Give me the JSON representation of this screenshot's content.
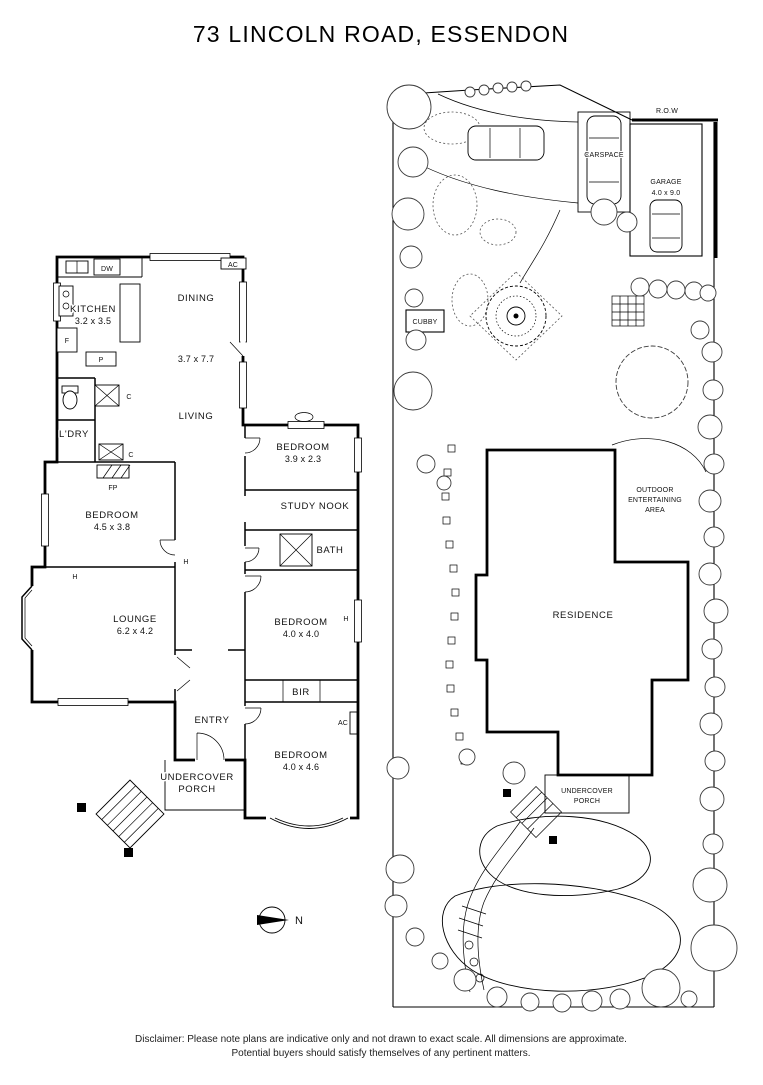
{
  "title": "73 LINCOLN ROAD, ESSENDON",
  "floorplan": {
    "kitchen_name": "KITCHEN",
    "kitchen_dims": "3.2 x 3.5",
    "dining_name": "DINING",
    "dining_living_dims": "3.7 x 7.7",
    "living_name": "LIVING",
    "laundry_name": "L'DRY",
    "bedroom1_name": "BEDROOM",
    "bedroom1_dims": "4.5 x 3.8",
    "bedroom2_name": "BEDROOM",
    "bedroom2_dims": "3.9 x 2.3",
    "study_nook_name": "STUDY NOOK",
    "bath_name": "BATH",
    "lounge_name": "LOUNGE",
    "lounge_dims": "6.2 x 4.2",
    "bedroom3_name": "BEDROOM",
    "bedroom3_dims": "4.0 x 4.0",
    "bir_name": "BIR",
    "entry_name": "ENTRY",
    "bedroom4_name": "BEDROOM",
    "bedroom4_dims": "4.0 x 4.6",
    "porch_line1": "UNDERCOVER",
    "porch_line2": "PORCH",
    "label_dw": "DW",
    "label_ac_top": "AC",
    "label_f": "F",
    "label_p": "P",
    "label_c_wc": "C",
    "label_c_hall": "C",
    "label_fp": "FP",
    "label_h1": "H",
    "label_h2": "H",
    "label_h3": "H",
    "label_ac_bed4": "AC"
  },
  "siteplan": {
    "row_label": "R.O.W",
    "carspace_label": "CARSPACE",
    "garage_name": "GARAGE",
    "garage_dims": "4.0 x 9.0",
    "cubby_label": "CUBBY",
    "outdoor_line1": "OUTDOOR",
    "outdoor_line2": "ENTERTAINING",
    "outdoor_line3": "AREA",
    "residence_label": "RESIDENCE",
    "porch_line1": "UNDERCOVER",
    "porch_line2": "PORCH"
  },
  "compass_label": "N",
  "disclaimer_line1": "Disclaimer: Please note plans are indicative only and not drawn to exact scale. All dimensions are approximate.",
  "disclaimer_line2": "Potential buyers should satisfy themselves of any pertinent matters."
}
